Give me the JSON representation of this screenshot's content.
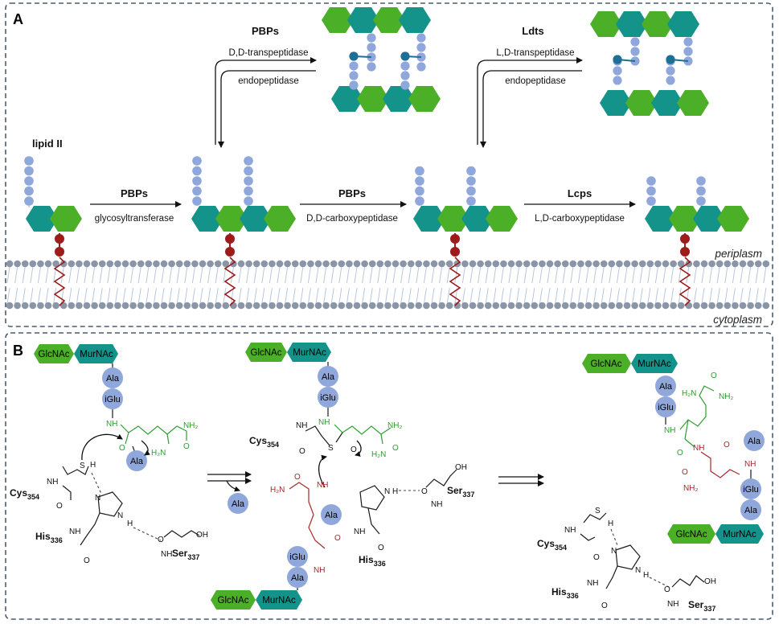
{
  "panel_a": {
    "letter": "A",
    "lipid_label": "lipid II",
    "step1": {
      "enzyme": "PBPs",
      "activity": "glycosyltransferase"
    },
    "step2": {
      "enzyme": "PBPs",
      "activity": "D,D-carboxypeptidase"
    },
    "step3": {
      "enzyme": "Lcps",
      "activity": "L,D-carboxypeptidase"
    },
    "branch1": {
      "enzyme": "PBPs",
      "activity1": "D,D-transpeptidase",
      "activity2": "endopeptidase"
    },
    "branch2": {
      "enzyme": "Ldts",
      "activity1": "L,D-transpeptidase",
      "activity2": "endopeptidase"
    },
    "periplasm": "periplasm",
    "cytoplasm": "cytoplasm"
  },
  "panel_b": {
    "letter": "B",
    "glcnac": "GlcNAc",
    "murnac": "MurNAc",
    "ala": "Ala",
    "iglu": "iGlu",
    "cys": "Cys",
    "cys_num": "354",
    "his": "His",
    "his_num": "336",
    "ser": "Ser",
    "ser_num": "337",
    "nh": "NH",
    "n": "N",
    "h": "H",
    "s": "S",
    "o": "O",
    "oh": "OH",
    "nh2": "NH₂",
    "h2n": "H₂N",
    "h2n_alt": "H₂N"
  },
  "colors": {
    "murnac_teal": "#13938a",
    "glcnac_green": "#4caf28",
    "peptide_blue": "#8fa7db",
    "crosslink_blue": "#1d6f96",
    "lipid_red": "#9c1c1c",
    "membrane_gray": "#8b95a8",
    "border": "#4a5b70",
    "green_chem": "#2e9e2e",
    "red_chem": "#a52a2a"
  }
}
